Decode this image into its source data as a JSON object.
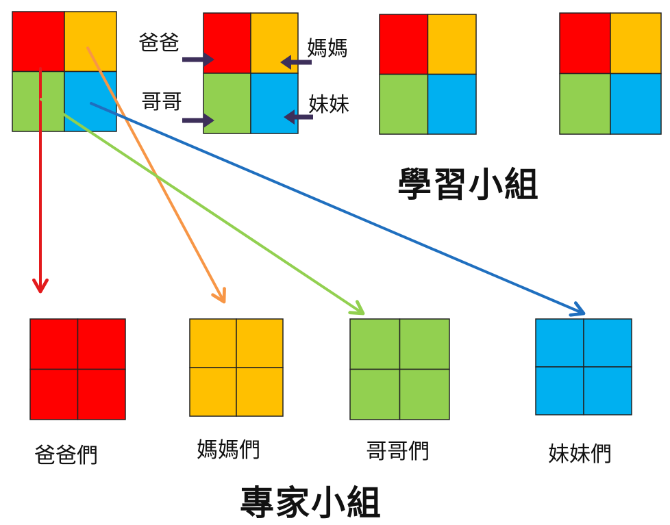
{
  "colors": {
    "red": "#ff0000",
    "orange": "#ffc000",
    "green": "#92d050",
    "blue": "#00b0f0",
    "arrow_red": "#e31a1c",
    "arrow_orange": "#f79646",
    "arrow_green": "#92d050",
    "arrow_blue": "#1f6fbf",
    "pointer": "#3d2f5a"
  },
  "labels": {
    "role_father": "爸爸",
    "role_mother": "媽媽",
    "role_brother": "哥哥",
    "role_sister": "妹妹",
    "learning_group": "學習小組",
    "expert_group": "專家小組",
    "experts": [
      "爸爸們",
      "媽媽們",
      "哥哥們",
      "妹妹們"
    ]
  }
}
